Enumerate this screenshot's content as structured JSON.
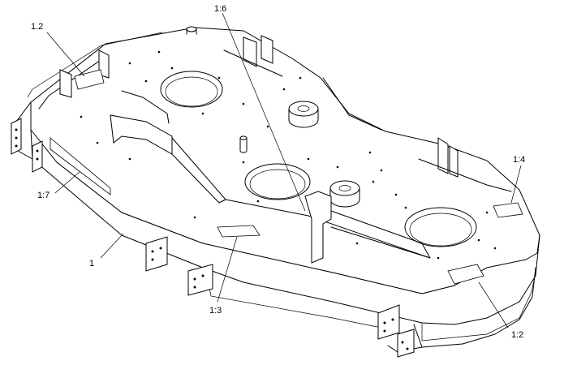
{
  "callouts": {
    "c1": "1",
    "c12a": "1.2",
    "c12b": "1:2",
    "c13": "1:3",
    "c14": "1:4",
    "c16": "1:6",
    "c17": "1:7"
  },
  "colors": {
    "line": "#000000",
    "background": "#ffffff"
  }
}
